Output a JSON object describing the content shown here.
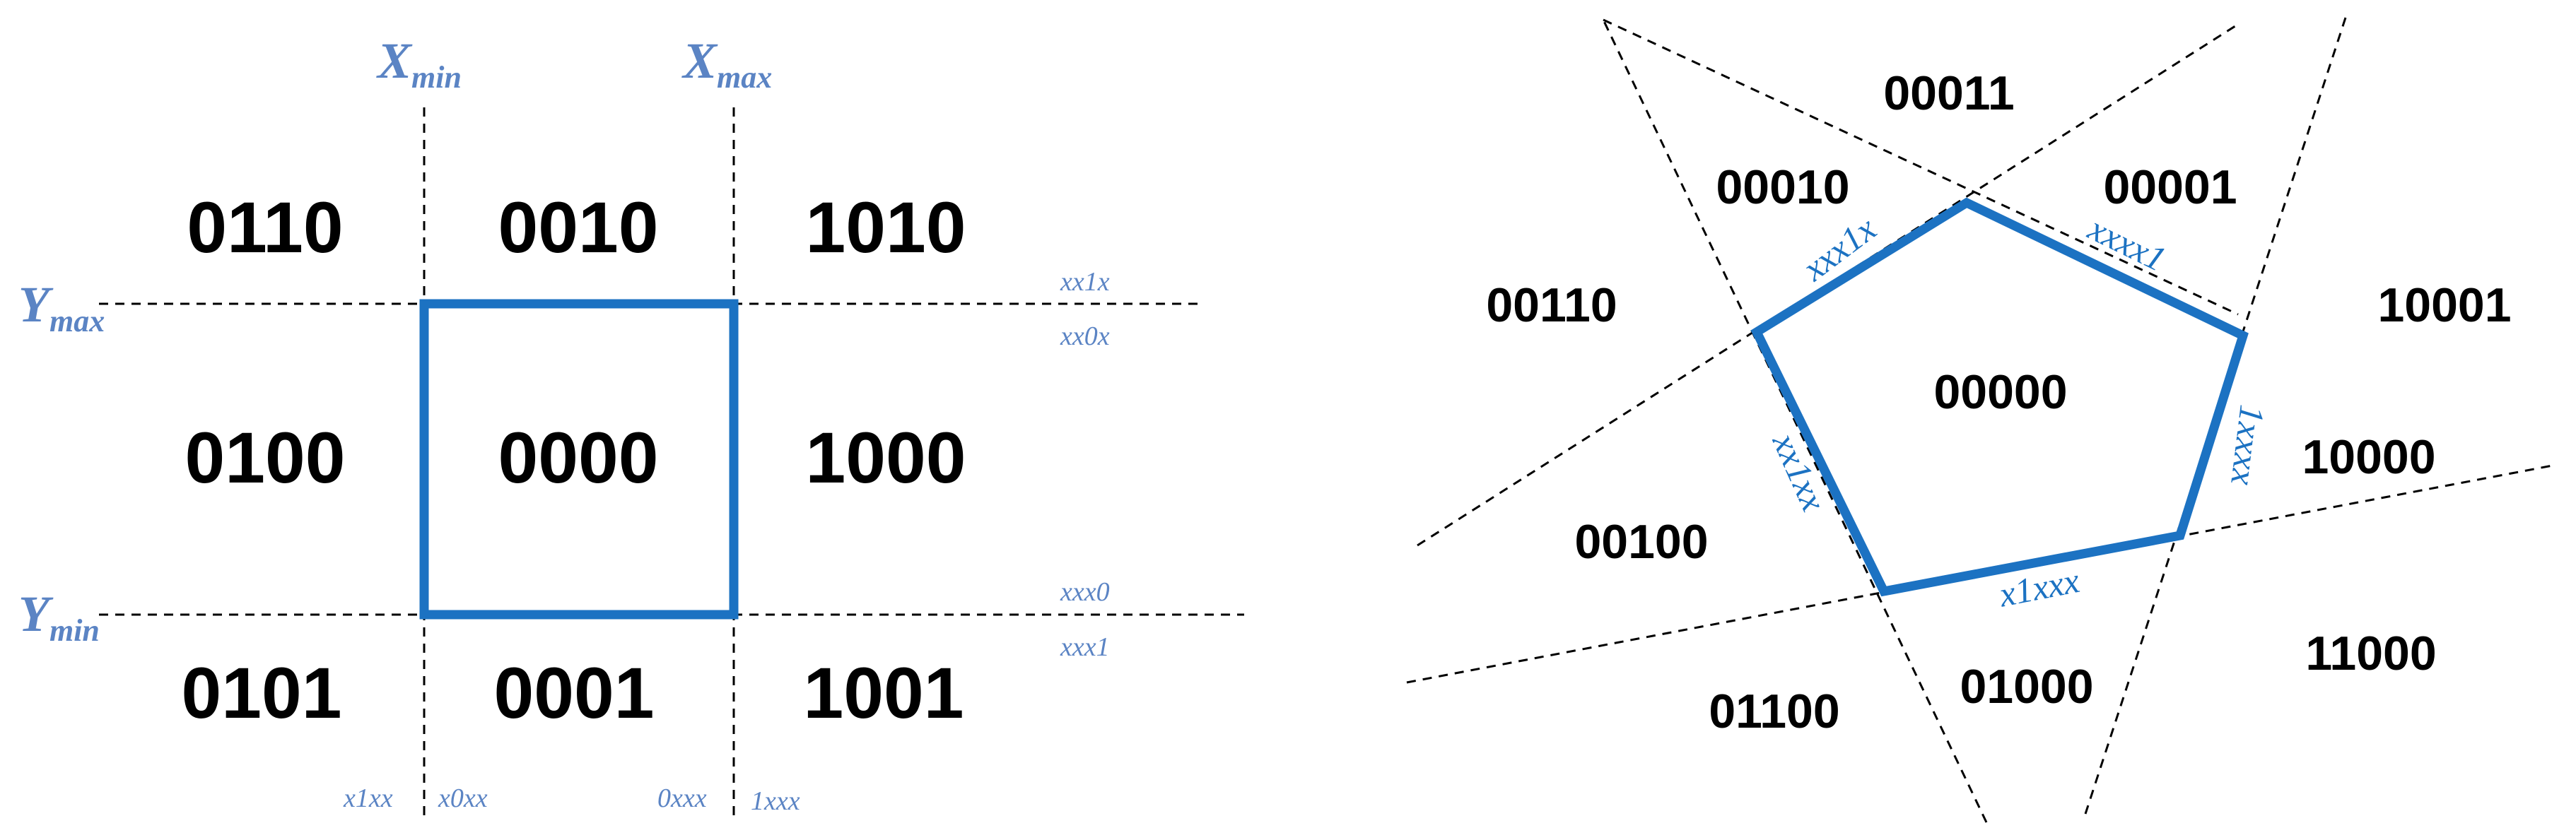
{
  "left_diagram": {
    "boundaries": {
      "x_min": {
        "main": "X",
        "sub": "min"
      },
      "x_max": {
        "main": "X",
        "sub": "max"
      },
      "y_max": {
        "main": "Y",
        "sub": "max"
      },
      "y_min": {
        "main": "Y",
        "sub": "min"
      }
    },
    "region_codes": {
      "top_left": "0110",
      "top_center": "0010",
      "top_right": "1010",
      "middle_left": "0100",
      "middle_center": "0000",
      "middle_right": "1000",
      "bottom_left": "0101",
      "bottom_center": "0001",
      "bottom_right": "1001"
    },
    "bit_masks": {
      "above_ymax": "xx1x",
      "below_ymax": "xx0x",
      "above_ymin": "xxx0",
      "below_ymin": "xxx1",
      "left_of_xmin": "x1xx",
      "right_of_xmin": "x0xx",
      "left_of_xmax": "0xxx",
      "right_of_xmax": "1xxx"
    }
  },
  "right_diagram": {
    "region_codes": {
      "r00011": "00011",
      "r00010": "00010",
      "r00001": "00001",
      "r00110": "00110",
      "r10001": "10001",
      "r00000": "00000",
      "r10000": "10000",
      "r00100": "00100",
      "r11000": "11000",
      "r01100": "01100",
      "r01000": "01000"
    },
    "edge_masks": {
      "top_left_edge": "xxx1x",
      "top_right_edge": "xxxx1",
      "right_edge": "1xxxx",
      "bottom_edge": "x1xxx",
      "left_edge": "xx1xx"
    }
  },
  "colors": {
    "clip_boundary": "#1c72c2",
    "label_blue": "#5b84c4",
    "code_text": "#000000",
    "dashed_lines": "#000000"
  }
}
